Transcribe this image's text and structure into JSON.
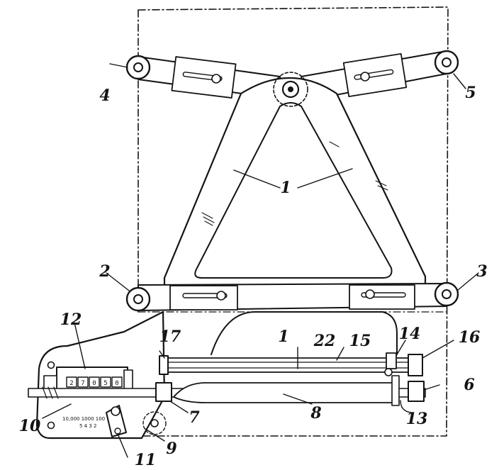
{
  "figure": {
    "part_labels": {
      "p1a": "1",
      "p1b": "1",
      "p2": "2",
      "p3": "3",
      "p4": "4",
      "p5": "5",
      "p6": "6",
      "p7": "7",
      "p8": "8",
      "p9": "9",
      "p10": "10",
      "p11": "11",
      "p12": "12",
      "p13": "13",
      "p14": "14",
      "p15": "15",
      "p16": "16",
      "p17": "17",
      "p22": "22"
    },
    "counter_digits": [
      "2",
      "7",
      "0",
      "5",
      "0"
    ],
    "scale_marks": "10,000 1000 100 10 1",
    "scale_sub": "5  4  3  2"
  },
  "colors": {
    "ink": "#141414",
    "paper": "#ffffff"
  }
}
